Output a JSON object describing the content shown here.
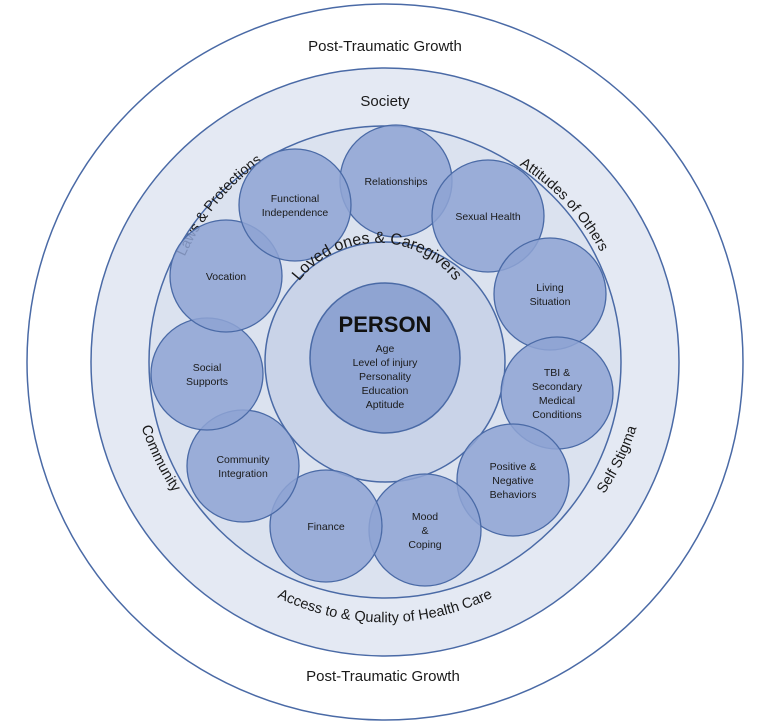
{
  "colors": {
    "ring_stroke": "#4a6aa6",
    "outer_fill": "#ffffff",
    "ring2_fill": "#e4e9f3",
    "ring3_fill": "#dbe2ef",
    "ring4_fill": "#c9d3e8",
    "center_fill": "#8fa4d2",
    "node_fill": "#8ea3d3"
  },
  "rings": {
    "outer": {
      "top_label": "Post-Traumatic Growth",
      "bottom_label": "Post-Traumatic Growth"
    },
    "society": {
      "top_label": "Society",
      "left_top_label": "Laws & Protections",
      "right_top_label": "Attitudes of Others",
      "left_label": "Community",
      "right_label": "Self Stigma",
      "bottom_label": "Access to & Quality of Health Care"
    },
    "loved_ones": {
      "label": "Loved ones & Caregivers"
    }
  },
  "person": {
    "title": "PERSON",
    "attributes": [
      "Age",
      "Level of injury",
      "Personality",
      "Education",
      "Aptitude"
    ]
  },
  "nodes": [
    {
      "id": "relationships",
      "lines": [
        "Relationships"
      ]
    },
    {
      "id": "sexual-health",
      "lines": [
        "Sexual Health"
      ]
    },
    {
      "id": "living-situation",
      "lines": [
        "Living",
        "Situation"
      ]
    },
    {
      "id": "tbi",
      "lines": [
        "TBI &",
        "Secondary",
        "Medical",
        "Conditions"
      ]
    },
    {
      "id": "positive-negative",
      "lines": [
        "Positive &",
        "Negative",
        "Behaviors"
      ]
    },
    {
      "id": "mood-coping",
      "lines": [
        "Mood",
        "&",
        "Coping"
      ]
    },
    {
      "id": "finance",
      "lines": [
        "Finance"
      ]
    },
    {
      "id": "community-integration",
      "lines": [
        "Community",
        "Integration"
      ]
    },
    {
      "id": "social-supports",
      "lines": [
        "Social",
        "Supports"
      ]
    },
    {
      "id": "vocation",
      "lines": [
        "Vocation"
      ]
    },
    {
      "id": "functional-independence",
      "lines": [
        "Functional",
        "Independence"
      ]
    }
  ]
}
